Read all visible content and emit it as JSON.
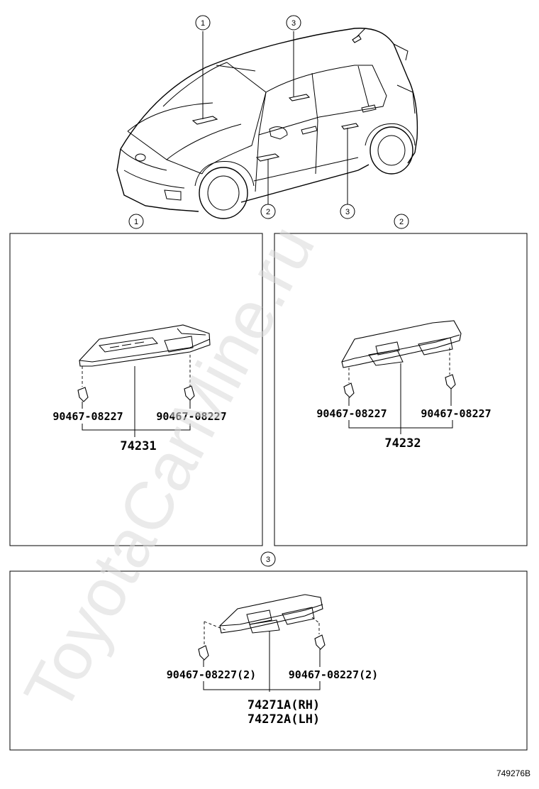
{
  "watermark": "ToyotaCarMine.ru",
  "diagram_id": "749276B",
  "callouts": {
    "car_1": "1",
    "car_2": "2",
    "car_3": "3",
    "car_3b": "3",
    "panel1_circle": "1",
    "panel2_circle": "2",
    "panel3_circle": "3"
  },
  "panel1": {
    "clip_left": "90467-08227",
    "clip_right": "90467-08227",
    "main_part": "74231"
  },
  "panel2": {
    "clip_left": "90467-08227",
    "clip_right": "90467-08227",
    "main_part": "74232"
  },
  "panel3": {
    "clip_left": "90467-08227(2)",
    "clip_right": "90467-08227(2)",
    "main_part_1": "74271A(RH)",
    "main_part_2": "74272A(LH)"
  }
}
